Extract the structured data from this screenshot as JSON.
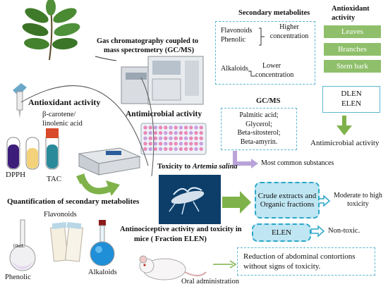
{
  "top": {
    "gcms_title_line1": "Gas chromatography coupled to",
    "gcms_title_line2": "mass spectrometry (GC/MS)",
    "antimicrobial_label": "Antimicrobial activity"
  },
  "secondary_metabolites": {
    "title": "Secondary metabolites",
    "flavonoids": "Flavonoids",
    "phenolic": "Phenolic",
    "higher": "Higher",
    "higher_conc": "concentration",
    "alkaloids": "Alkaloids",
    "lower": "Lower",
    "lower_conc": "concentration"
  },
  "antioxidant_activity_panel": {
    "title_line1": "Antioxidant",
    "title_line2": "activity",
    "items": [
      "Leaves",
      "Branches",
      "Stem bark"
    ],
    "fractions_line1": "DLEN",
    "fractions_line2": "ELEN",
    "result": "Antimicrobial activity"
  },
  "gcms_panel": {
    "title": "GC/MS",
    "compounds": [
      "Palmitic acid;",
      "Glycerol;",
      "Beta-sitosterol;",
      "Beta-amyrin."
    ],
    "result": "Most common substances"
  },
  "left_antioxidant": {
    "title": "Antioxidant activity",
    "subtitle_line1": "β-carotene/",
    "subtitle_line2": "linolenic acid",
    "dpph": "DPPH",
    "tac": "TAC"
  },
  "quantification": {
    "title": "Quantification of secondary metabolites",
    "flavonoids": "Flavonoids",
    "phenolic": "Phenolic",
    "alkaloids": "Alkaloids",
    "flask_label": "10mL"
  },
  "toxicity": {
    "title_prefix": "Toxicity to ",
    "title_species": "Artemia salina",
    "crude_box": "Crude extracts and Organic fractions",
    "crude_result_line1": "Moderate to high",
    "crude_result_line2": "toxicity",
    "elen_box": "ELEN",
    "elen_result": "Non-toxic."
  },
  "antinociceptive": {
    "title_line1": "Antinociceptive activity and toxicity in",
    "title_line2": "mice ( Fraction ELEN)",
    "result_line1": "Reduction of abdominal contortions",
    "result_line2": "without signs of toxicity.",
    "route": "Oral administration"
  },
  "colors": {
    "green_arrow": "#7fb24a",
    "green_box": "#8fbf6a",
    "cyan_dash": "#2aa6c9",
    "cyan_fill": "#bfe6f2",
    "lavender_arrow": "#b9a3d9"
  }
}
